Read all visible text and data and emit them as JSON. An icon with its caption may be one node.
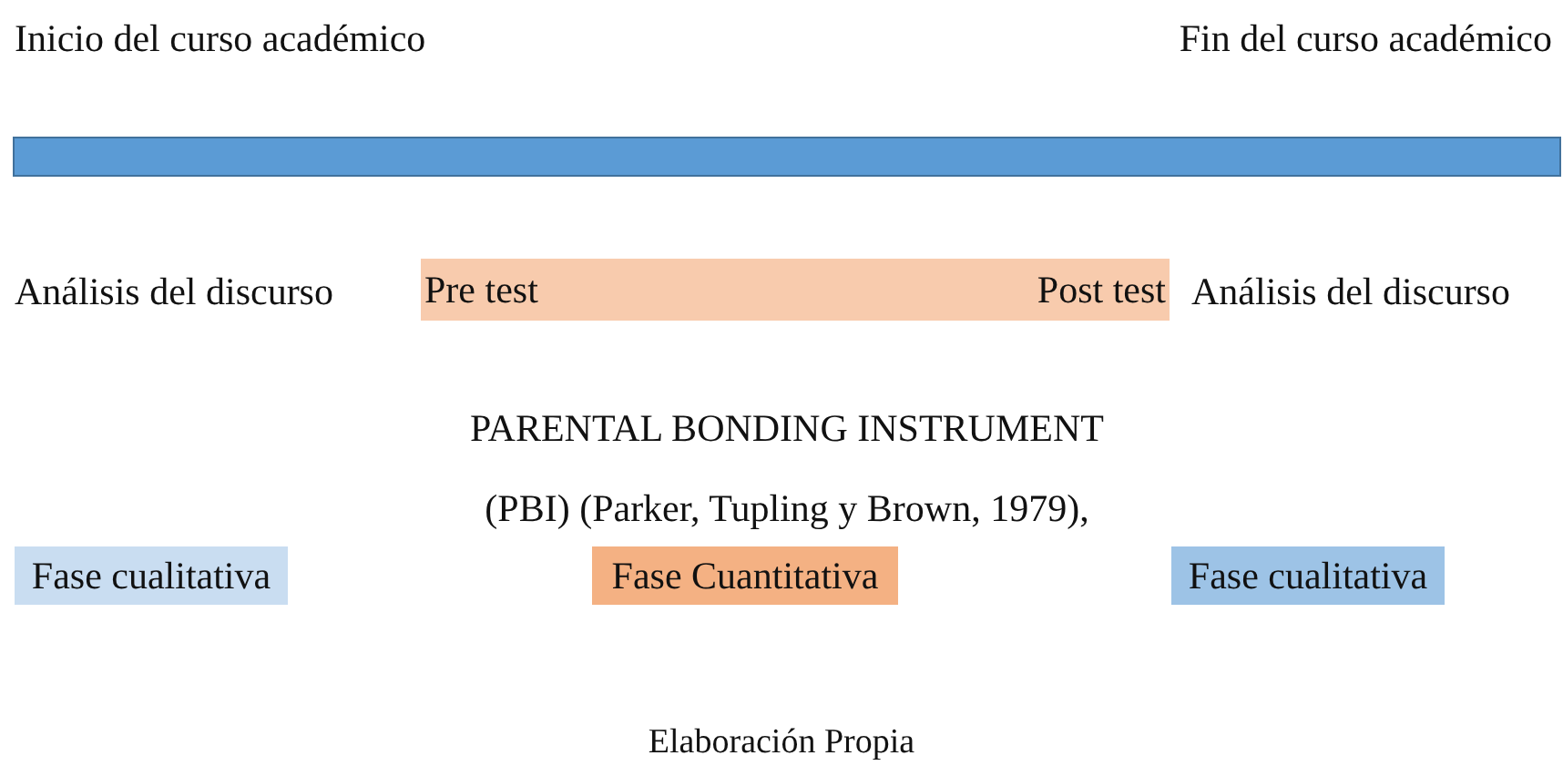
{
  "diagram": {
    "caption": "Elaboración Propia",
    "nodes": [
      {
        "text": [],
        "shape": "bar"
      },
      {
        "text": [
          "Pre test",
          "Post test"
        ]
      },
      {
        "text": [
          "Fase cualitativa"
        ]
      },
      {
        "text": [
          "Fase Cuantitativa"
        ]
      },
      {
        "text": [
          "Fase cualitativa"
        ]
      }
    ],
    "labels": [
      "Inicio del curso académico",
      "Fin del curso académico",
      "Análisis del discurso",
      "Análisis del discurso",
      "PARENTAL BONDING INSTRUMENT (PBI) (Parker, Tupling y Brown, 1979),"
    ]
  }
}
